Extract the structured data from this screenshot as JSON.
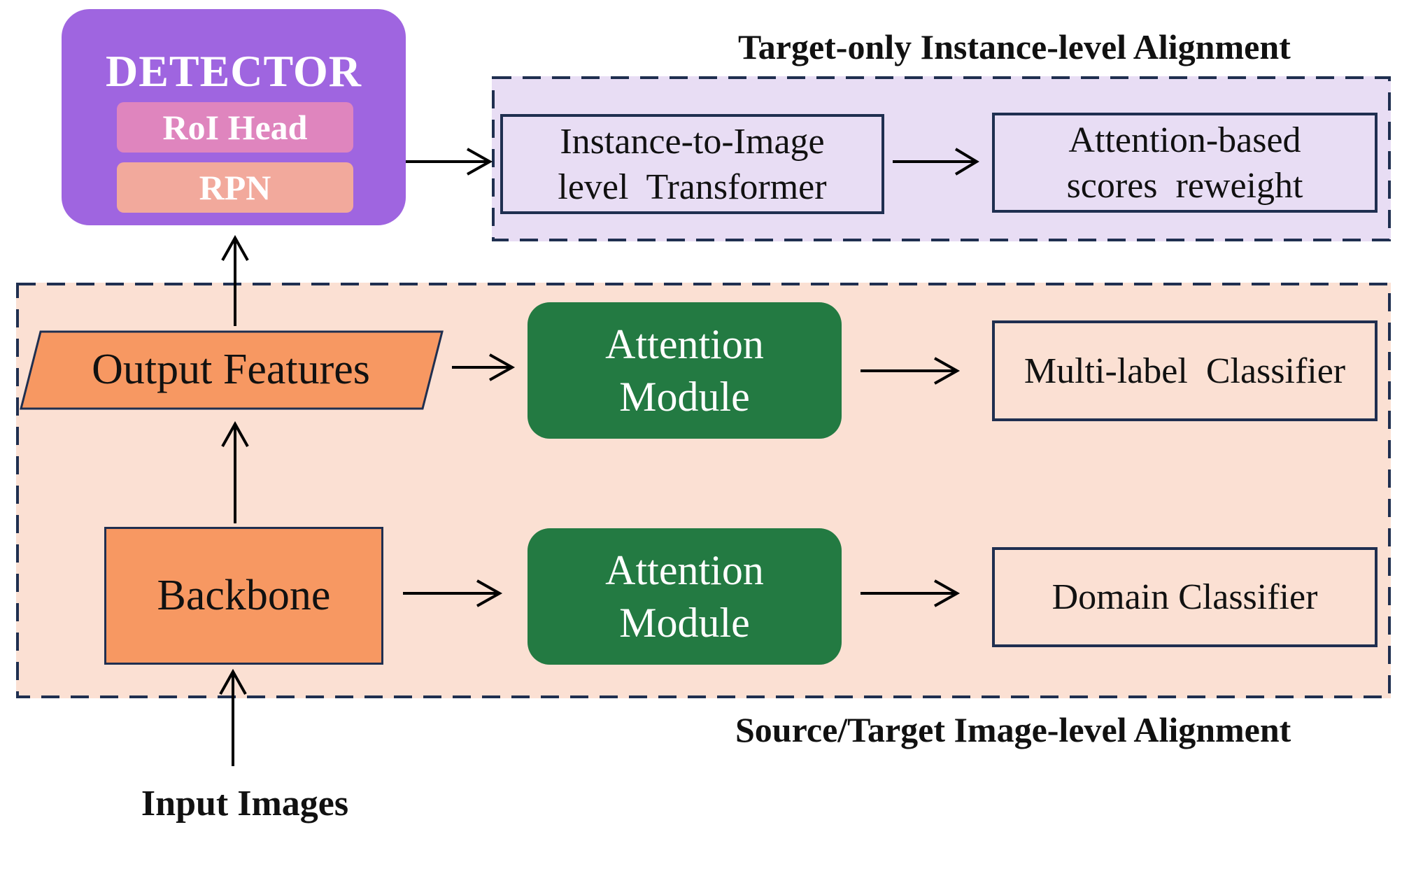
{
  "regions": {
    "instance_title": "Target-only Instance-level Alignment",
    "image_title": "Source/Target Image-level Alignment"
  },
  "detector": {
    "title": "DETECTOR",
    "roi_head": "RoI Head",
    "rpn": "RPN"
  },
  "instance_branch": {
    "transformer_line1": "Instance-to-Image",
    "transformer_line2": "level  Transformer",
    "reweight_line1": "Attention-based",
    "reweight_line2": "scores  reweight"
  },
  "image_branch": {
    "output_features": "Output Features",
    "attention_line1": "Attention",
    "attention_line2": "Module",
    "multilabel_classifier": "Multi-label  Classifier",
    "backbone": "Backbone",
    "domain_classifier": "Domain Classifier"
  },
  "input_label": "Input Images",
  "colors": {
    "detector": "#9f65e0",
    "roi_head": "#df85be",
    "rpn": "#f2a99c",
    "attention_module": "#237a42",
    "backbone": "#f79862",
    "instance_region": "#e8ddf4",
    "image_region": "#fbe0d3",
    "border": "#1f2f50"
  }
}
